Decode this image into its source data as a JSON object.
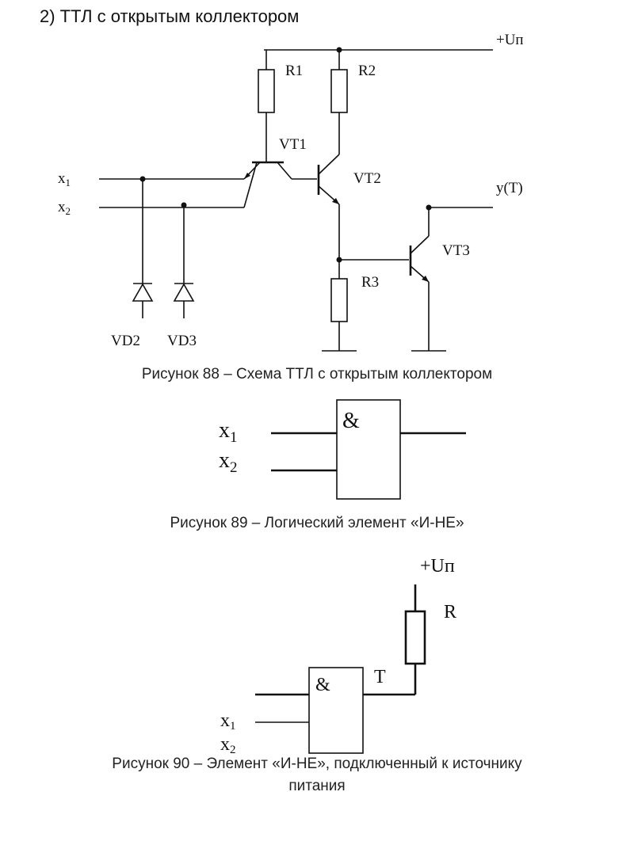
{
  "heading": "2) ТТЛ с открытым коллектором",
  "figure88": {
    "supply": "+Uп",
    "r1": "R1",
    "r2": "R2",
    "r3": "R3",
    "vt1": "VT1",
    "vt2": "VT2",
    "vt3": "VT3",
    "x1": "x",
    "x1_sub": "1",
    "x2": "x",
    "x2_sub": "2",
    "output": "y(T)",
    "vd2": "VD2",
    "vd3": "VD3",
    "caption": "Рисунок  88 – Схема ТТЛ с открытым коллектором"
  },
  "figure89": {
    "x1": "x",
    "x1_sub": "1",
    "x2": "x",
    "x2_sub": "2",
    "symbol": "&",
    "caption": "Рисунок 89 – Логический элемент «И-НЕ»"
  },
  "figure90": {
    "supply": "+Uп",
    "r": "R",
    "t": "T",
    "symbol": "&",
    "x1": "x",
    "x1_sub": "1",
    "x2": "x",
    "x2_sub": "2",
    "caption_line1": "Рисунок  90 – Элемент «И-НЕ», подключенный к источнику",
    "caption_line2": "питания"
  }
}
